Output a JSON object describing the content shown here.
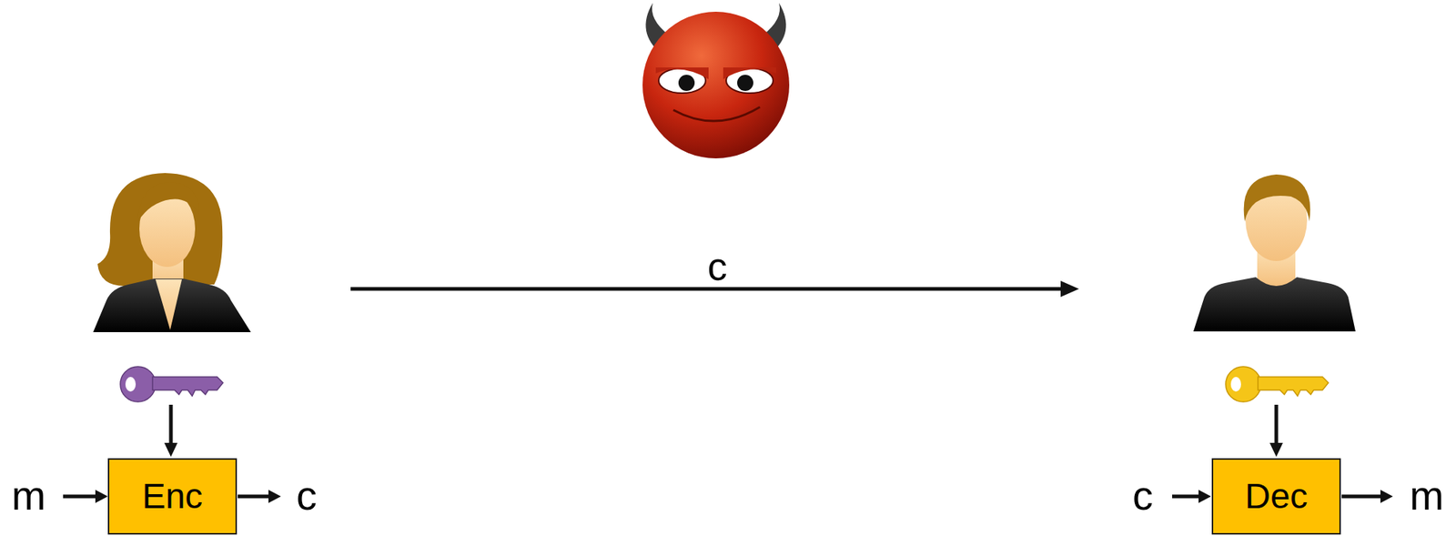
{
  "diagram": {
    "nodes": [
      {
        "text": [
          "Enc"
        ]
      },
      {
        "text": [
          "Dec"
        ]
      }
    ],
    "labels": [
      "c",
      "m",
      "c",
      "c",
      "m"
    ]
  }
}
